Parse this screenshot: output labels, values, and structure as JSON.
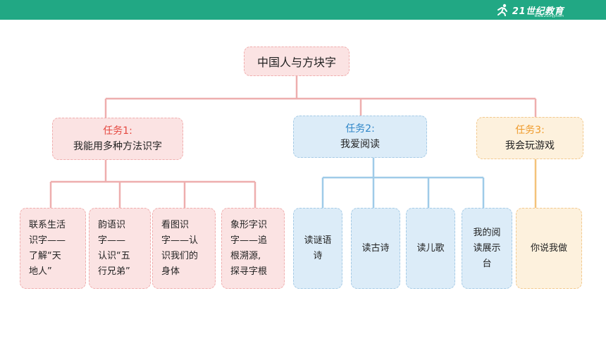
{
  "brand": {
    "logo_text": "21世纪教育",
    "logo_sub": "www.21cnjy.com",
    "bar_color": "#21a884"
  },
  "diagram": {
    "root": "中国人与方块字",
    "tasks": [
      {
        "label": "任务1:",
        "title": "我能用多种方法识字",
        "color": "#e5473f",
        "items": [
          "联系生活\n识字——\n了解“天\n地人”",
          "韵语识\n字——\n认识“五\n行兄弟”",
          "看图识\n字——认\n识我们的\n身体",
          "象形字识\n字——追\n根溯源,\n探寻字根"
        ]
      },
      {
        "label": "任务2:",
        "title": "我爱阅读",
        "color": "#2f86c8",
        "items": [
          "读谜语\n诗",
          "读古诗",
          "读儿歌",
          "我的阅\n读展示\n台"
        ]
      },
      {
        "label": "任务3:",
        "title": "我会玩游戏",
        "color": "#ef9a2a",
        "items": [
          "你说我做"
        ]
      }
    ],
    "line_colors": {
      "pink": "#eeaeae",
      "blue": "#9fcbe8",
      "orange": "#f4c27a"
    }
  }
}
